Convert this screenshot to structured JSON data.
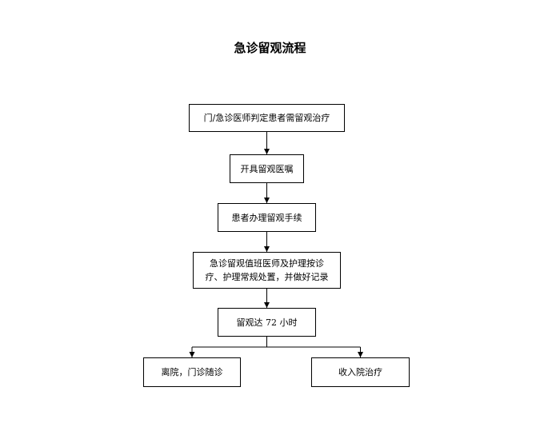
{
  "title": "急诊留观流程",
  "steps": [
    {
      "label": "门/急诊医师判定患者需留观治疗"
    },
    {
      "label": "开具留观医嘱"
    },
    {
      "label": "患者办理留观手续"
    },
    {
      "label": "急诊留观值班医师及护理按诊疗、护理常规处置，并做好记录"
    },
    {
      "label": "留观达 72 小时"
    }
  ],
  "branches": [
    {
      "label": "离院，门诊随诊"
    },
    {
      "label": "收入院治疗"
    }
  ]
}
